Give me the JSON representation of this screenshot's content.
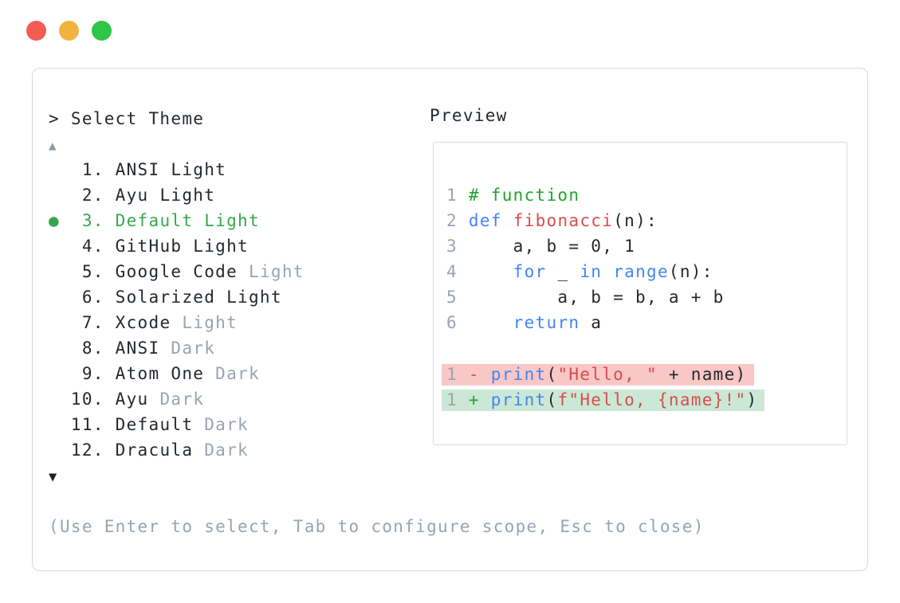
{
  "window": {
    "controls": [
      {
        "name": "close",
        "color_var": "dotred"
      },
      {
        "name": "minimize",
        "color_var": "dotyellow"
      },
      {
        "name": "maximize",
        "color_var": "dotgreen"
      }
    ]
  },
  "colors": {
    "dark": "#24292f",
    "gray": "#9aa3b2",
    "sel": "#34a84e",
    "green": "#22a32c",
    "blue": "#4285f4",
    "red": "#d94c4c",
    "delbg": "#f8c7c6",
    "addbg": "#cae8d5",
    "panelborder": "#d4d9e2",
    "boxborder": "#d7dce4",
    "triup": "#8e98a9",
    "tridn": "#1d212a",
    "dotred": "#f45b52",
    "dotyellow": "#f1b33d",
    "dotgreen": "#2ec548"
  },
  "theme_picker": {
    "title": "> Select Theme",
    "scroll_up_indicator": "▲",
    "scroll_down_indicator": "▼",
    "selected_bullet": "●",
    "items": [
      {
        "num": "1",
        "selected": false,
        "name": [
          {
            "t": "ANSI Light",
            "c": "dark"
          }
        ]
      },
      {
        "num": "2",
        "selected": false,
        "name": [
          {
            "t": "Ayu Light",
            "c": "dark"
          }
        ]
      },
      {
        "num": "3",
        "selected": true,
        "name": [
          {
            "t": "Default Light",
            "c": "sel"
          }
        ]
      },
      {
        "num": "4",
        "selected": false,
        "name": [
          {
            "t": "GitHub Light",
            "c": "dark"
          }
        ]
      },
      {
        "num": "5",
        "selected": false,
        "name": [
          {
            "t": "Google Code ",
            "c": "dark"
          },
          {
            "t": "Light",
            "c": "gray"
          }
        ]
      },
      {
        "num": "6",
        "selected": false,
        "name": [
          {
            "t": "Solarized Light",
            "c": "dark"
          }
        ]
      },
      {
        "num": "7",
        "selected": false,
        "name": [
          {
            "t": "Xcode ",
            "c": "dark"
          },
          {
            "t": "Light",
            "c": "gray"
          }
        ]
      },
      {
        "num": "8",
        "selected": false,
        "name": [
          {
            "t": "ANSI ",
            "c": "dark"
          },
          {
            "t": "Dark",
            "c": "gray"
          }
        ]
      },
      {
        "num": "9",
        "selected": false,
        "name": [
          {
            "t": "Atom One ",
            "c": "dark"
          },
          {
            "t": "Dark",
            "c": "gray"
          }
        ]
      },
      {
        "num": "10",
        "selected": false,
        "name": [
          {
            "t": "Ayu ",
            "c": "dark"
          },
          {
            "t": "Dark",
            "c": "gray"
          }
        ]
      },
      {
        "num": "11",
        "selected": false,
        "name": [
          {
            "t": "Default ",
            "c": "dark"
          },
          {
            "t": "Dark",
            "c": "gray"
          }
        ]
      },
      {
        "num": "12",
        "selected": false,
        "name": [
          {
            "t": "Dracula ",
            "c": "dark"
          },
          {
            "t": "Dark",
            "c": "gray"
          }
        ]
      }
    ],
    "footer_hint": "(Use Enter to select, Tab to configure scope, Esc to close)"
  },
  "preview": {
    "label": "Preview",
    "code_lines": [
      {
        "ln": "1",
        "segs": [
          {
            "t": "# function",
            "c": "green"
          }
        ]
      },
      {
        "ln": "2",
        "segs": [
          {
            "t": "def",
            "c": "blue"
          },
          {
            "t": " ",
            "c": "dark"
          },
          {
            "t": "fibonacci",
            "c": "red"
          },
          {
            "t": "(n):",
            "c": "dark"
          }
        ]
      },
      {
        "ln": "3",
        "segs": [
          {
            "t": "    a, b = 0, 1",
            "c": "dark"
          }
        ]
      },
      {
        "ln": "4",
        "segs": [
          {
            "t": "    ",
            "c": "dark"
          },
          {
            "t": "for",
            "c": "blue"
          },
          {
            "t": " _ ",
            "c": "dark"
          },
          {
            "t": "in",
            "c": "blue"
          },
          {
            "t": " ",
            "c": "dark"
          },
          {
            "t": "range",
            "c": "blue"
          },
          {
            "t": "(n):",
            "c": "dark"
          }
        ]
      },
      {
        "ln": "5",
        "segs": [
          {
            "t": "        a, b = b, a + b",
            "c": "dark"
          }
        ]
      },
      {
        "ln": "6",
        "segs": [
          {
            "t": "    ",
            "c": "dark"
          },
          {
            "t": "return",
            "c": "blue"
          },
          {
            "t": " a",
            "c": "dark"
          }
        ]
      },
      {
        "blank": true
      },
      {
        "ln": "1",
        "type": "del",
        "segs": [
          {
            "t": "- ",
            "c": "red"
          },
          {
            "t": "print",
            "c": "blue"
          },
          {
            "t": "(",
            "c": "dark"
          },
          {
            "t": "\"Hello, \"",
            "c": "red"
          },
          {
            "t": " + name)",
            "c": "dark"
          }
        ]
      },
      {
        "ln": "1",
        "type": "add",
        "segs": [
          {
            "t": "+ ",
            "c": "green"
          },
          {
            "t": "print",
            "c": "blue"
          },
          {
            "t": "(",
            "c": "dark"
          },
          {
            "t": "f\"Hello, {name}!\"",
            "c": "red"
          },
          {
            "t": ")",
            "c": "dark"
          }
        ]
      }
    ]
  }
}
